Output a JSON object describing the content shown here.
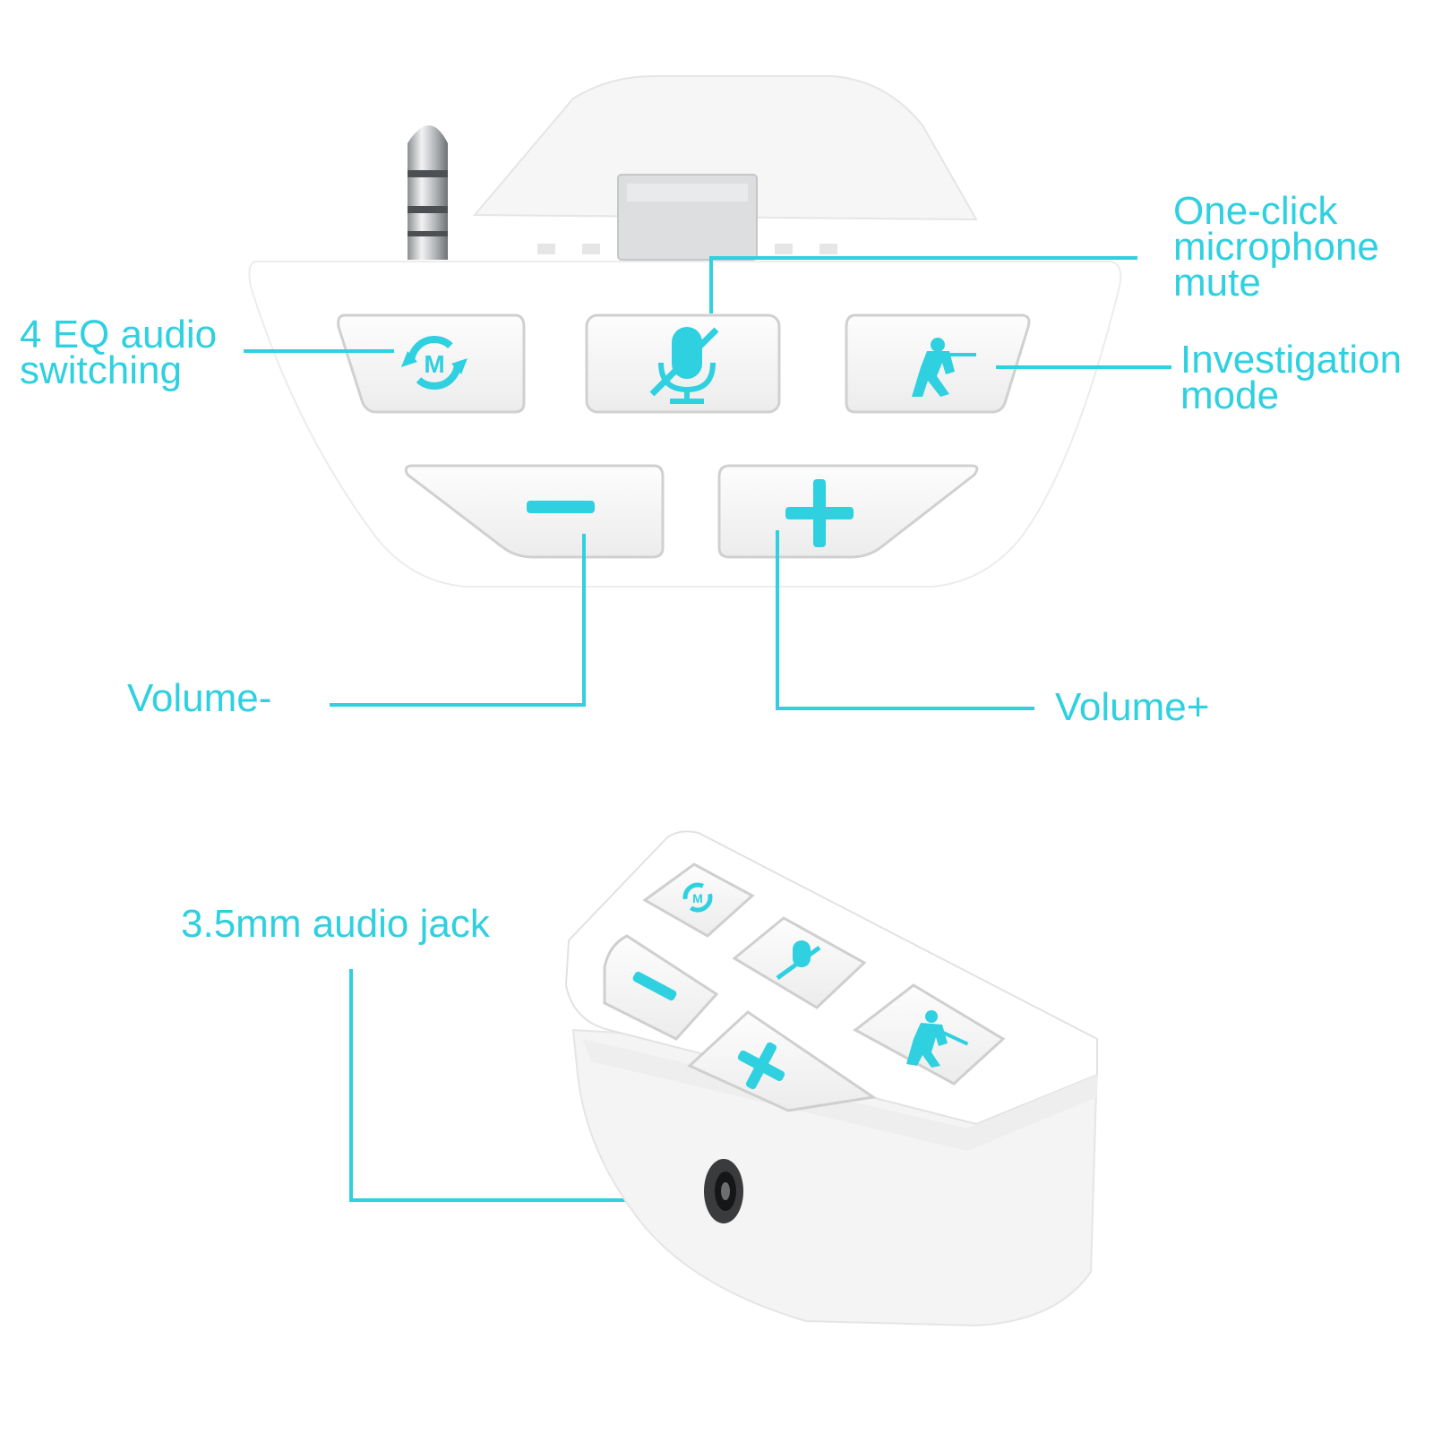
{
  "colors": {
    "accent": "#2fd0e0",
    "button_face": "#f7f7f7",
    "body": "#ffffff",
    "connector": "#d7d9dc",
    "shadow": "#e6e8ea"
  },
  "labels": {
    "eq_switch": "4 EQ audio\nswitching",
    "mic_mute": "One-click\nmicrophone\nmute",
    "investigation": "Investigation\nmode",
    "volume_minus": "Volume-",
    "volume_plus": "Volume+",
    "audio_jack": "3.5mm audio jack"
  },
  "icons": {
    "eq": "eq-m-cycle-icon",
    "mic": "mic-mute-icon",
    "soldier": "soldier-icon",
    "minus": "minus-icon",
    "plus": "plus-icon"
  },
  "buttons": {
    "eq_letter": "M"
  }
}
